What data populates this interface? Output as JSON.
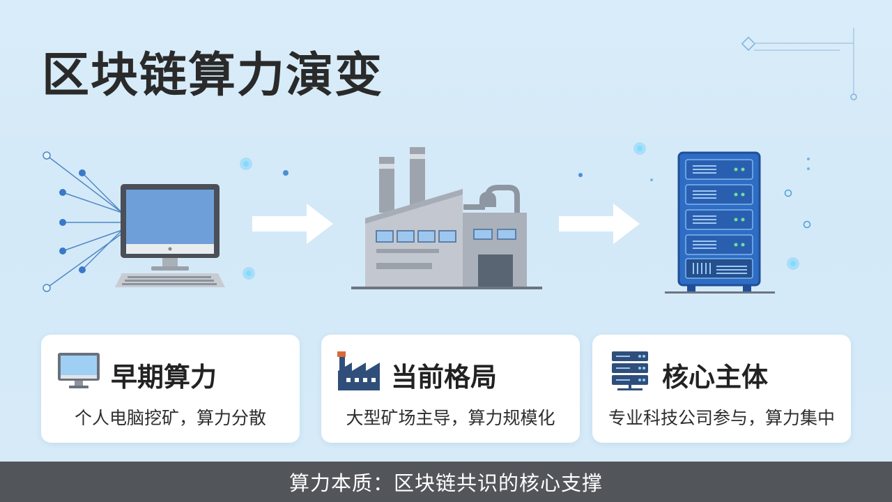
{
  "title": "区块链算力演变",
  "stages": [
    {
      "icon": "computer-icon",
      "title": "早期算力",
      "desc": "个人电脑挖矿，算力分散"
    },
    {
      "icon": "factory-icon",
      "title": "当前格局",
      "desc": "大型矿场主导，算力规模化"
    },
    {
      "icon": "server-icon",
      "title": "核心主体",
      "desc": "专业科技公司参与，算力集中"
    }
  ],
  "caption": "算力本质：区块链共识的核心支撑",
  "colors": {
    "accent": "#3a78c8",
    "building": "#a9afba",
    "background": "#d6eaf8"
  }
}
